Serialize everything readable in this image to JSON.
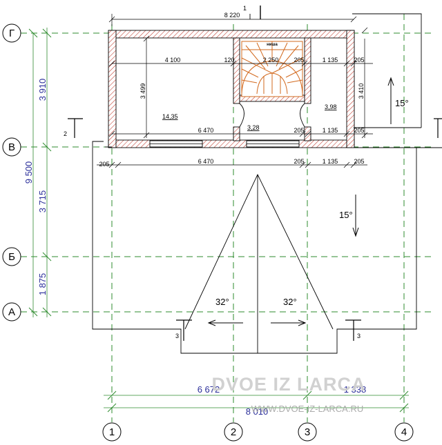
{
  "axes": {
    "horizontal": [
      "Г",
      "В",
      "Б",
      "А"
    ],
    "vertical": [
      "1",
      "2",
      "3",
      "4"
    ]
  },
  "dimensions": {
    "top_overall": "8 220",
    "section_top": "1",
    "left_3910": "3 910",
    "left_9500": "9 500",
    "left_3715": "3 715",
    "left_1875": "1 875",
    "room_width": "4 100",
    "wall_120": "120",
    "stair_width": "2 250",
    "wall_205_a": "205",
    "right_1135_top": "1 135",
    "right_205_top": "205",
    "room_depth": "3 499",
    "right_depth": "3 410",
    "room_6470": "6 470",
    "wall_205_b": "205",
    "right_1135_mid": "1 135",
    "wall_205_c": "205",
    "lower_205_left": "205",
    "lower_6470": "6 470",
    "lower_205_mid": "205",
    "lower_1135": "1 135",
    "lower_205_right": "205",
    "bottom_6672": "6 672",
    "bottom_1338": "1 338",
    "bottom_total": "8 010"
  },
  "rooms": {
    "stair_label": "ниша",
    "main_area": "14,35",
    "hall_area": "3,28",
    "small_area": "3,98"
  },
  "roof": {
    "slope_top": "15°",
    "slope_mid": "15°",
    "slope_left": "32°",
    "slope_right": "32°"
  },
  "sections": {
    "section_2": "2",
    "section_3_left": "3",
    "section_3_right": "3"
  },
  "watermark": {
    "brand": "DVOE IZ LARCA",
    "url": "WWW.DVOE-IZ-LARCA.RU"
  },
  "colors": {
    "axis_lines": "#2e8b2e",
    "left_dimension_text": "#2b2f9a",
    "stair_lines": "#d2691e"
  }
}
